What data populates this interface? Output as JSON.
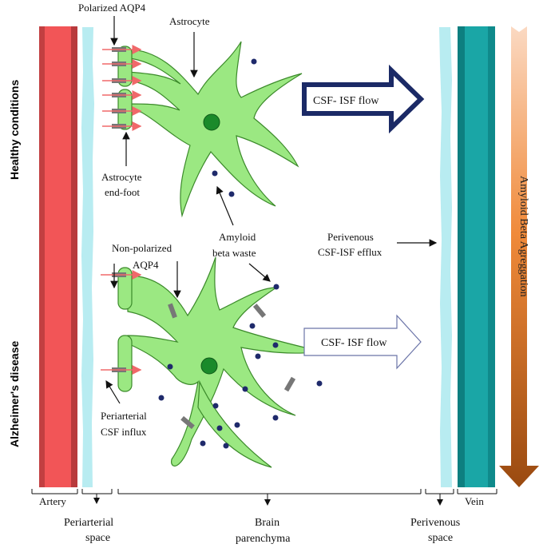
{
  "side_labels": {
    "healthy": "Healthy conditions",
    "alzheimers": "Alzheimer's disease"
  },
  "callouts": {
    "polarized_aqp4": "Polarized  AQP4",
    "astrocyte": "Astrocyte",
    "endfoot_line1": "Astrocyte",
    "endfoot_line2": "end-foot",
    "nonpolarized_line1": "Non-polarized",
    "nonpolarized_line2": "AQP4",
    "amyloid_line1": "Amyloid",
    "amyloid_line2": "beta waste",
    "perivenous_efflux_line1": "Perivenous",
    "perivenous_efflux_line2": "CSF-ISF efflux",
    "periarterial_influx_line1": "Periarterial",
    "periarterial_influx_line2": "CSF influx"
  },
  "flows": {
    "healthy_flow": "CSF- ISF flow",
    "disease_flow": "CSF- ISF flow"
  },
  "gradient_label": "Amyloid Beta Agreggation",
  "vessels": {
    "artery": "Artery",
    "vein": "Vein"
  },
  "bottom_labels": {
    "periarterial_line1": "Periarterial",
    "periarterial_line2": "space",
    "brain_line1": "Brain",
    "brain_line2": "parenchyma",
    "perivenous_line1": "Perivenous",
    "perivenous_line2": "space"
  },
  "colors": {
    "artery": "#f25557",
    "artery_dark": "#b83a3c",
    "vein": "#1aa6a6",
    "vein_dark": "#0d7f80",
    "perivascular": "#b8ecf1",
    "astrocyte": "#9be882",
    "astrocyte_stroke": "#3b8a2a",
    "nucleus": "#1a8a2a",
    "aqp4": "#777777",
    "influx_arrow": "#f0686a",
    "amyloid": "#1f2a6b",
    "healthy_arrow": "#1b2a66",
    "disease_arrow": "#6b74a8"
  }
}
